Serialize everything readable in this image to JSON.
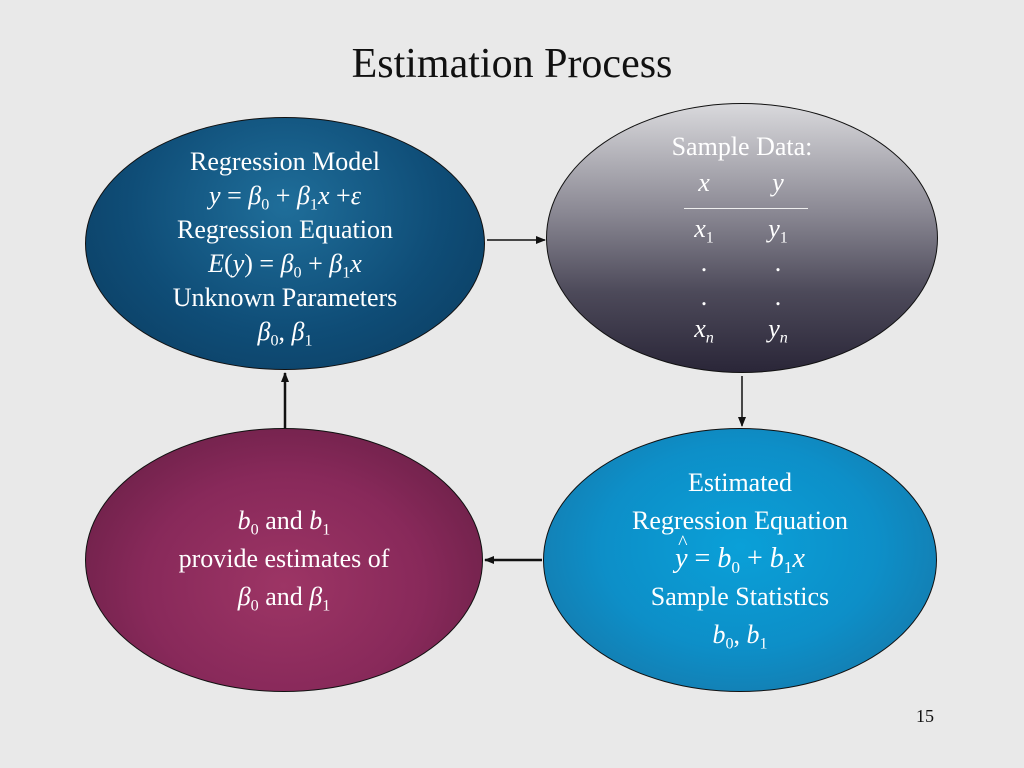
{
  "slide": {
    "title": "Estimation Process",
    "page_number": "15"
  },
  "model_ellipse": {
    "line1": "Regression Model",
    "model_eq": {
      "y": "y",
      "eq": " = ",
      "b": "β",
      "s0": "0",
      "plus1": " + ",
      "s1": "1",
      "x": "x",
      "plus2": " +",
      "eps": "ε"
    },
    "line3": "Regression Equation",
    "ey_eq": {
      "E": "E",
      "lp": "(",
      "y": "y",
      "rp": ") = ",
      "b": "β",
      "s0": "0",
      "plus": " + ",
      "s1": "1",
      "x": "x"
    },
    "line5": "Unknown Parameters",
    "params": {
      "b": "β",
      "s0": "0",
      "comma": ", ",
      "s1": "1"
    }
  },
  "sample_ellipse": {
    "title": "Sample Data:",
    "x_header": "x",
    "y_header": "y",
    "dot": ".",
    "sub_1": "1",
    "sub_n": "n"
  },
  "estimated_ellipse": {
    "line1": "Estimated",
    "line2": "Regression Equation",
    "eq": {
      "yhat": "y",
      "eq": " = ",
      "b": "b",
      "s0": "0",
      "plus": " + ",
      "s1": "1",
      "x": "x"
    },
    "line4": "Sample Statistics",
    "stats": {
      "b": "b",
      "s0": "0",
      "comma": ", ",
      "s1": "1"
    }
  },
  "estimates_ellipse": {
    "line1": {
      "b": "b",
      "s0": "0",
      "and": " and ",
      "s1": "1"
    },
    "line2": "provide estimates of",
    "line3": {
      "beta": "β",
      "s0": "0",
      "and": " and ",
      "s1": "1"
    }
  }
}
